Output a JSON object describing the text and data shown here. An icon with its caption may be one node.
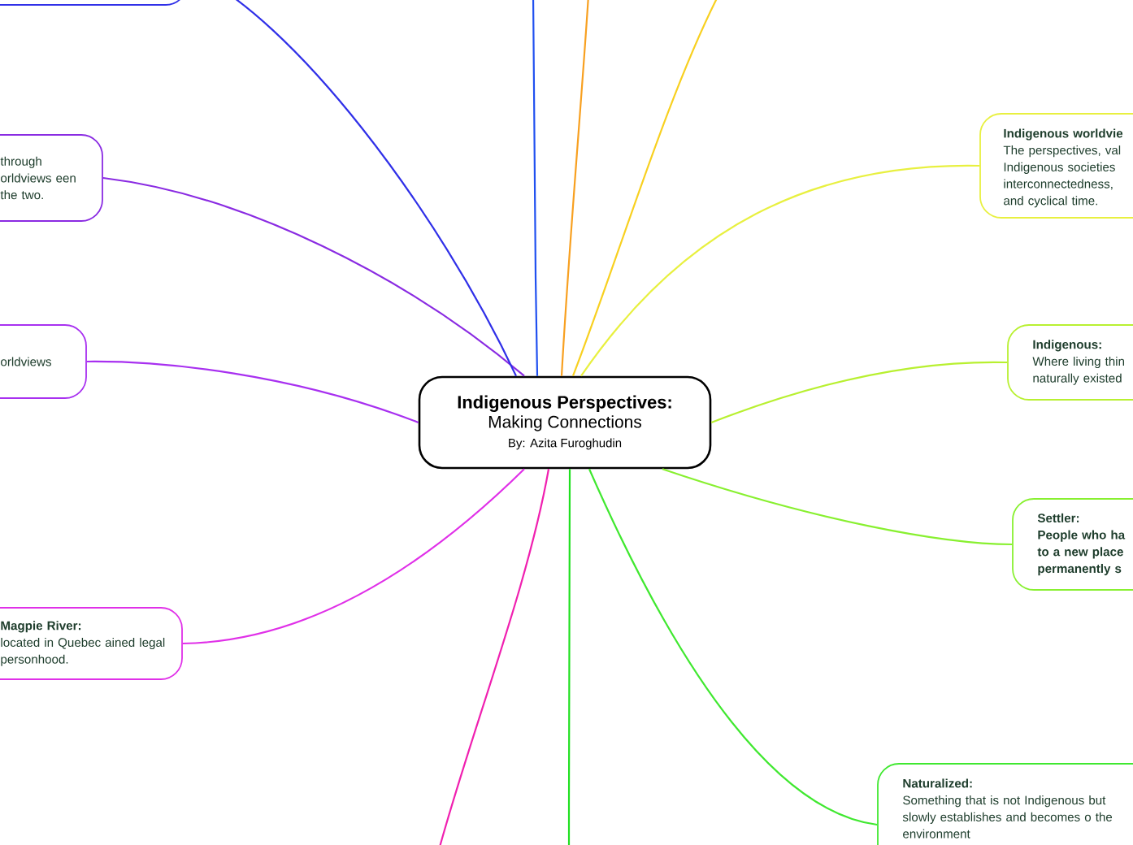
{
  "diagram": {
    "nodes": [
      {
        "text": [
          "Indigenous Perspectives:",
          "Making Connections",
          "By: Azita Furoghudin"
        ]
      },
      {
        "text": [
          "through orldviews een the two."
        ]
      },
      {
        "text": [
          "orldviews"
        ]
      },
      {
        "text": [
          "Magpie River:",
          "located in Quebec ained legal personhood."
        ]
      },
      {
        "text": [
          "Indigenous worldvie",
          "The perspectives, val Indigenous societies interconnectedness, and cyclical time."
        ]
      },
      {
        "text": [
          "Indigenous:",
          "Where living thin naturally existed"
        ]
      },
      {
        "text": [
          "Settler:",
          "People who ha to a new place permanently s"
        ]
      },
      {
        "text": [
          "Naturalized:",
          "Something that is not Indigenous but slowly establishes and becomes o the environment"
        ]
      },
      {
        "text": [],
        "shape": "box"
      }
    ],
    "edges": [
      {
        "from": 0,
        "to": 1,
        "arrow": "none",
        "color": "#8a2be2"
      },
      {
        "from": 0,
        "to": 2,
        "arrow": "none",
        "color": "#a830f0"
      },
      {
        "from": 0,
        "to": 3,
        "arrow": "none",
        "color": "#e030e8"
      },
      {
        "from": 0,
        "to": 4,
        "arrow": "none",
        "color": "#e8f040"
      },
      {
        "from": 0,
        "to": 5,
        "arrow": "none",
        "color": "#b8f030"
      },
      {
        "from": 0,
        "to": 6,
        "arrow": "none",
        "color": "#88f030"
      },
      {
        "from": 0,
        "to": 7,
        "arrow": "none",
        "color": "#40e830"
      },
      {
        "from": 0,
        "to": 8,
        "arrow": "none",
        "color": "#3030e8"
      },
      {
        "from": 0,
        "to": null,
        "arrow": "none",
        "color": "#2050f0"
      },
      {
        "from": 0,
        "to": null,
        "arrow": "none",
        "color": "#f8a020"
      },
      {
        "from": 0,
        "to": null,
        "arrow": "none",
        "color": "#f8d020"
      },
      {
        "from": 0,
        "to": null,
        "arrow": "none",
        "color": "#f020b0"
      },
      {
        "from": 0,
        "to": null,
        "arrow": "none",
        "color": "#20e020"
      }
    ]
  }
}
